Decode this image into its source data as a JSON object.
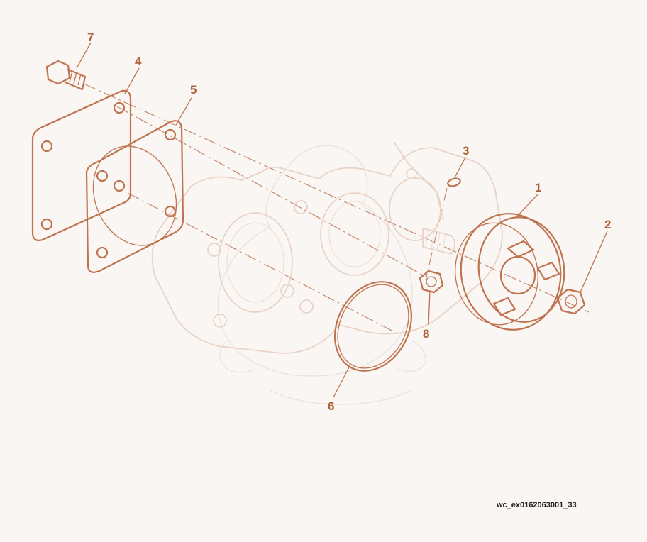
{
  "callouts": {
    "c1": "1",
    "c2": "2",
    "c3": "3",
    "c4": "4",
    "c5": "5",
    "c6": "6",
    "c7": "7",
    "c8": "8"
  },
  "doc_id": "wc_ex0162063001_33",
  "colors": {
    "line": "#c0734f",
    "ghost": "#e9d3c7",
    "background": "#f9f6f3"
  }
}
